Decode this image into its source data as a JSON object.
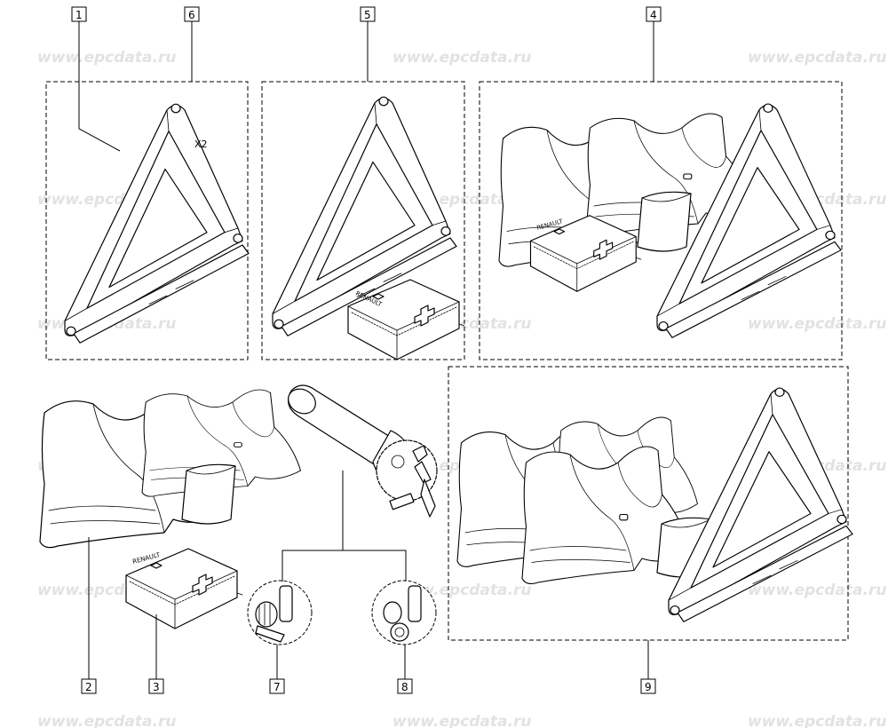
{
  "watermark": "www.epcdata.ru",
  "quantity_label": "X2",
  "brand_label": "RENAULT",
  "callouts": {
    "c1": "1",
    "c2": "2",
    "c3": "3",
    "c4": "4",
    "c5": "5",
    "c6": "6",
    "c7": "7",
    "c8": "8",
    "c9": "9"
  },
  "colors": {
    "line": "#000000",
    "watermark": "#e2e2e2",
    "background": "#ffffff"
  },
  "icons": [
    "warning-triangle-icon",
    "first-aid-kit-icon",
    "safety-vest-icon",
    "fire-extinguisher-icon"
  ]
}
